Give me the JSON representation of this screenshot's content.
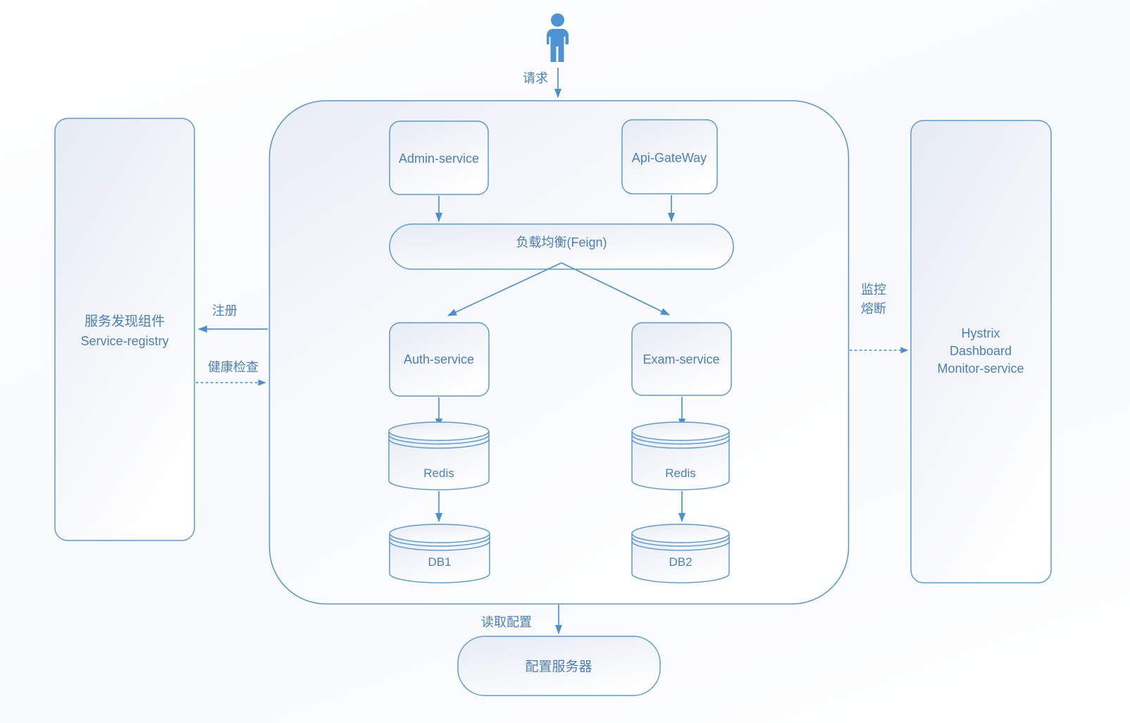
{
  "diagram_type": "microservice-architecture",
  "colors": {
    "stroke": "#5B9BD5",
    "text": "#4A7FBD",
    "person_fill": "#4E94D4",
    "arrowhead": "#4C8FD0",
    "box_fill_top": "#e8ecf4",
    "box_fill_bottom": "#fdfefe"
  },
  "person": {
    "icon": "person-icon",
    "request_label": "请求"
  },
  "registry_box": {
    "line1": "服务发现组件",
    "line2": "Service-registry"
  },
  "main_container": {
    "admin_service": "Admin-service",
    "api_gateway": "Api-GateWay",
    "load_balancer": "负载均衡(Feign)",
    "auth_service": "Auth-service",
    "exam_service": "Exam-service",
    "redis_left": "Redis",
    "redis_right": "Redis",
    "db1": "DB1",
    "db2": "DB2"
  },
  "hystrix_box": {
    "line1": "Hystrix",
    "line2": "Dashboard",
    "line3": "Monitor-service"
  },
  "config_box": {
    "label": "配置服务器"
  },
  "edge_labels": {
    "register": "注册",
    "health_check": "健康检查",
    "monitor_line1": "监控",
    "monitor_line2": "熔断",
    "read_config": "读取配置"
  },
  "edges": [
    {
      "name": "user-request",
      "from": "user",
      "to": "main-container",
      "style": "solid",
      "label": "请求"
    },
    {
      "name": "admin-to-feign",
      "from": "admin-service",
      "to": "load-balancer",
      "style": "solid"
    },
    {
      "name": "gateway-to-feign",
      "from": "api-gateway",
      "to": "load-balancer",
      "style": "solid"
    },
    {
      "name": "feign-to-auth",
      "from": "load-balancer",
      "to": "auth-service",
      "style": "solid"
    },
    {
      "name": "feign-to-exam",
      "from": "load-balancer",
      "to": "exam-service",
      "style": "solid"
    },
    {
      "name": "auth-to-redis",
      "from": "auth-service",
      "to": "redis-left",
      "style": "solid"
    },
    {
      "name": "redis-to-db1",
      "from": "redis-left",
      "to": "db1",
      "style": "solid"
    },
    {
      "name": "exam-to-redis",
      "from": "exam-service",
      "to": "redis-right",
      "style": "solid"
    },
    {
      "name": "redis-to-db2",
      "from": "redis-right",
      "to": "db2",
      "style": "solid"
    },
    {
      "name": "register",
      "from": "main-container",
      "to": "service-registry",
      "style": "solid",
      "label": "注册"
    },
    {
      "name": "health-check",
      "from": "service-registry",
      "to": "main-container",
      "style": "dashed",
      "label": "健康检查"
    },
    {
      "name": "monitor-circuit-break",
      "from": "main-container",
      "to": "hystrix-dashboard",
      "style": "dashed",
      "label": "监控 熔断"
    },
    {
      "name": "read-config",
      "from": "main-container",
      "to": "config-server",
      "style": "solid",
      "label": "读取配置"
    }
  ]
}
